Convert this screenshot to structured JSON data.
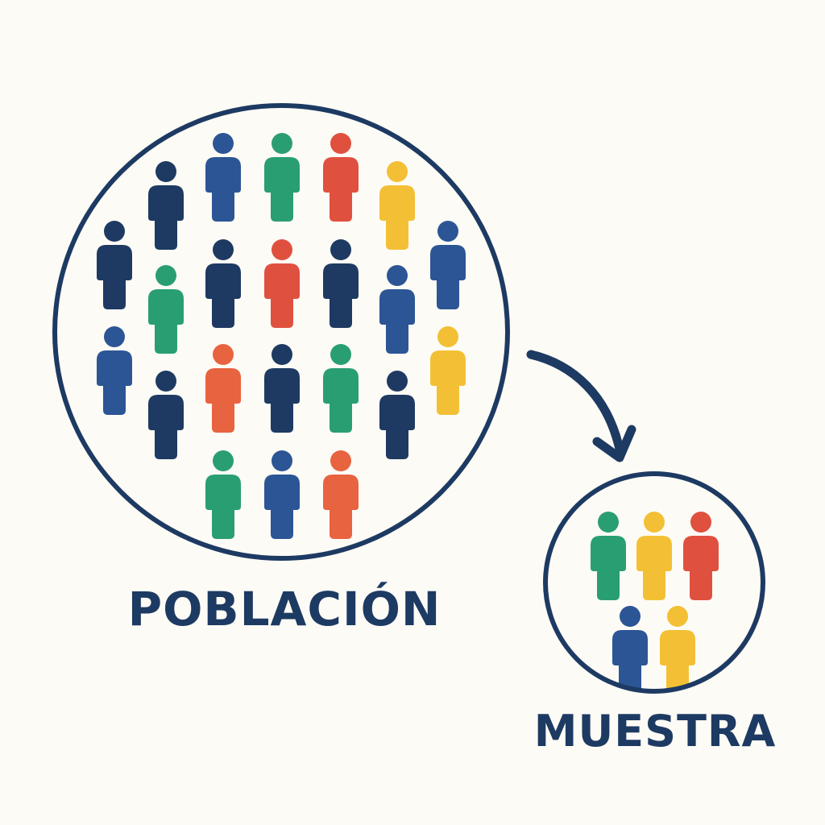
{
  "colors": {
    "outline": "#1d3a63",
    "navy": "#1e3a62",
    "blue": "#2c5595",
    "green": "#2a9e73",
    "red": "#e0503f",
    "orange": "#e8633f",
    "yellow": "#f3c035"
  },
  "population": {
    "label": "POBLACIÓN",
    "people": [
      "navy",
      "blue",
      "green",
      "red",
      "yellow",
      "navy",
      "green",
      "navy",
      "red",
      "navy",
      "blue",
      "blue",
      "blue",
      "navy",
      "orange",
      "navy",
      "green",
      "navy",
      "yellow",
      "green",
      "blue",
      "orange"
    ]
  },
  "sample": {
    "label": "MUESTRA",
    "people": [
      "green",
      "yellow",
      "red",
      "blue",
      "yellow"
    ]
  }
}
